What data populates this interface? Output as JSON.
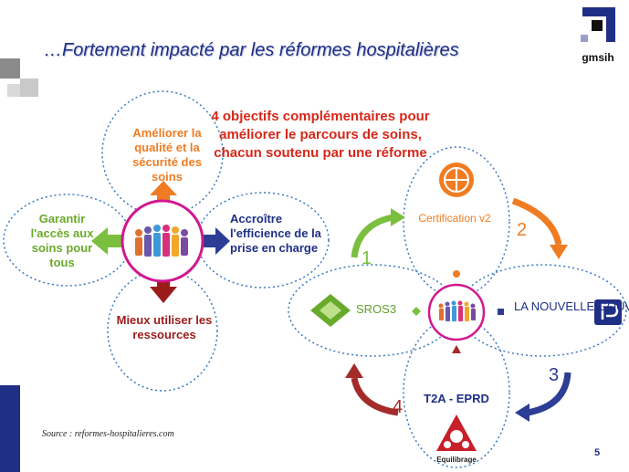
{
  "title": "…Fortement impacté par les réformes hospitalières",
  "objectives_text": "4 objectifs complémentaires pour améliorer le parcours de soins, chacun soutenu par une réforme",
  "left_cluster": {
    "quality": "Améliorer la qualité et la sécurité des soins",
    "access": "Garantir l'accès aux soins pour tous",
    "efficiency": "Accroître l'efficience de la prise en charge",
    "resources": "Mieux utiliser les ressources"
  },
  "right_cluster": {
    "certification": "Certification v2",
    "sros": "SROS3",
    "gouvernance": "LA NOUVELLE GOUVERANCE",
    "t2a": "T2A - EPRD",
    "equilibrage": "Equilibrage"
  },
  "cycle_numbers": [
    "1",
    "2",
    "3",
    "4"
  ],
  "source": "Source : reformes-hospitalieres.com",
  "page_number": "5",
  "logo_text": "gmsih",
  "colors": {
    "navy": "#1f2f86",
    "orange": "#ef7c22",
    "green": "#7bbf3f",
    "red": "#d6281a",
    "dark_red": "#9b1b1b",
    "magenta": "#d3178f",
    "dotted_blue": "#3a78c2"
  },
  "icons": [
    "people-group-icon",
    "certification-badge-icon",
    "sros-diamond-icon",
    "gouvernance-logo-icon",
    "equilibrage-triangle-icon"
  ]
}
